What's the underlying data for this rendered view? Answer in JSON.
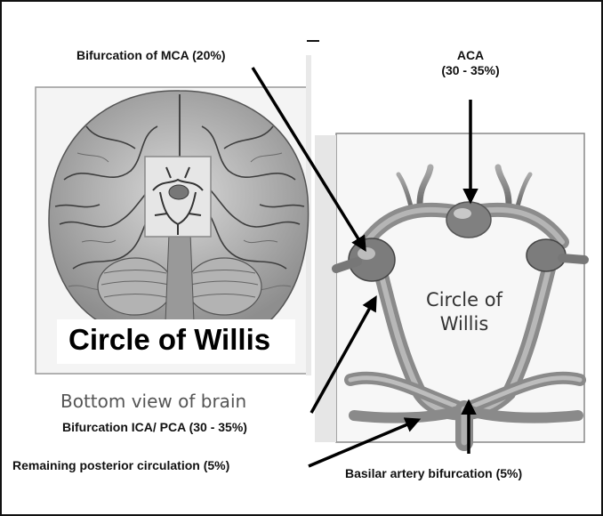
{
  "labels": {
    "mca": "Bifurcation of MCA (20%)",
    "aca_line1": "ACA",
    "aca_line2": "(30 - 35%)",
    "ica_pca": "Bifurcation ICA/ PCA (30 - 35%)",
    "posterior": "Remaining posterior circulation  (5%)",
    "basilar": "Basilar artery bifurcation (5%)"
  },
  "left_panel": {
    "title": "Circle of Willis",
    "subtitle": "Bottom view of brain"
  },
  "right_panel": {
    "label_line1": "Circle of",
    "label_line2": "Willis"
  }
}
